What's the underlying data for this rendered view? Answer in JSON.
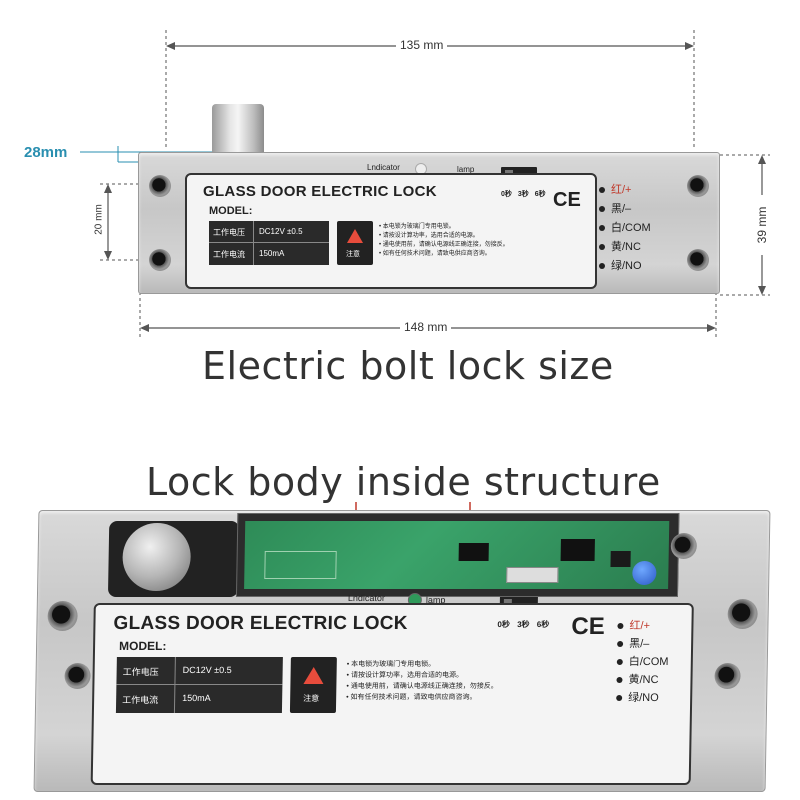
{
  "top": {
    "dimensions": {
      "top_width": "135 mm",
      "bolt_width": "28mm",
      "hole_spacing": "20 mm",
      "height": "39 mm",
      "overall_length": "148 mm"
    },
    "lock": {
      "indicator": "Lndicator",
      "lamp": "lamp",
      "brand": "GLASS DOOR ELECTRIC LOCK",
      "model": "MODEL:",
      "specs": [
        {
          "label": "工作电压",
          "value": "DC12V ±0.5"
        },
        {
          "label": "工作电流",
          "value": "150mA"
        }
      ],
      "warning": "注意",
      "notes": [
        "• 本电锁为玻璃门专用电锁。",
        "• 请按设计算功率，选用合适的电源。",
        "• 通电使用前，请确认电源线正确连接，勿接反。",
        "• 如有任何技术问题，请致电供应商咨询。"
      ],
      "switch_labels": [
        "0秒",
        "3秒",
        "6秒"
      ],
      "ce": "CE",
      "wires": [
        "红/+",
        "黑/–",
        "白/COM",
        "黄/NC",
        "绿/NO"
      ]
    },
    "caption": "Electric bolt lock size"
  },
  "bottom": {
    "caption": "Lock body inside structure",
    "lock": {
      "indicator": "Lndicator",
      "lamp": "lamp",
      "brand": "GLASS DOOR ELECTRIC LOCK",
      "model": "MODEL:",
      "specs": [
        {
          "label": "工作电压",
          "value": "DC12V ±0.5"
        },
        {
          "label": "工作电流",
          "value": "150mA"
        }
      ],
      "warning": "注意",
      "notes": [
        "• 本电锁为玻璃门专用电锁。",
        "• 请按设计算功率，选用合适的电源。",
        "• 通电使用前，请确认电源线正确连接，勿接反。",
        "• 如有任何技术问题，请致电供应商咨询。"
      ],
      "switch_labels": [
        "0秒",
        "3秒",
        "6秒"
      ],
      "ce": "CE",
      "wires": [
        "红/+",
        "黑/–",
        "白/COM",
        "黄/NC",
        "绿/NO"
      ]
    }
  },
  "colors": {
    "dimension_accent": "#2a8fb0",
    "wire_red": "#c0392b",
    "pcb_green": "#2e8b57",
    "bracket_red": "#c0392b"
  }
}
